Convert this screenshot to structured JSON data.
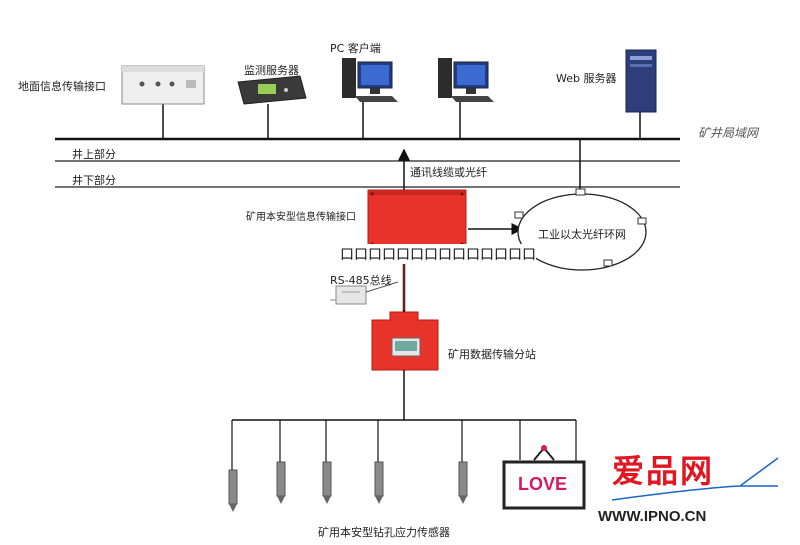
{
  "labels": {
    "surface_interface": "地面信息传输接口",
    "monitor_server": "监测服务器",
    "pc_client": "PC 客户端",
    "web_server": "Web 服务器",
    "lan": "矿井局域网",
    "above": "井上部分",
    "below": "井下部分",
    "cable": "通讯线缆或光纤",
    "mine_interface": "矿用本安型信息传输接口",
    "ring": "工业以太光纤环网",
    "rs485": "RS-485总线",
    "substation": "矿用数据传输分站",
    "sensor": "矿用本安型钻孔应力传感器",
    "overlay": "口口口口口口口口口口口口口口"
  },
  "watermark": {
    "love": "LOVE",
    "title": "爱品网",
    "url": "WWW.IPNO.CN"
  },
  "colors": {
    "device_red": "#e8332a",
    "line": "#111111",
    "watermark_red": "#e01622"
  }
}
